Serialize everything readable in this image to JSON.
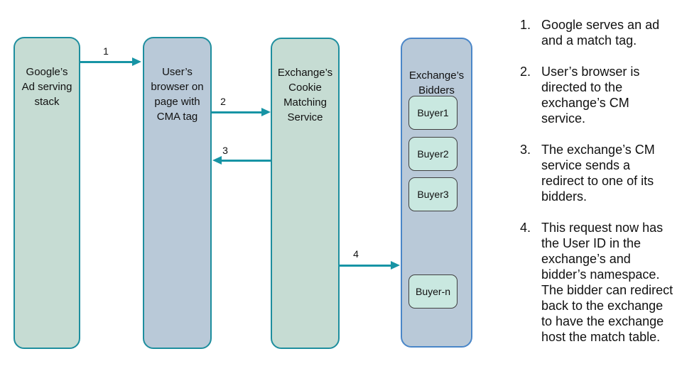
{
  "colors": {
    "sage_fill": "#c6dcd3",
    "bluegray_fill": "#b9c9d8",
    "teal_border": "#1e8e9e",
    "blue_border": "#4a86c8",
    "buyer_fill": "#c9e8e0",
    "buyer_border": "#404040",
    "arrow": "#1794a5",
    "text": "#111111",
    "background": "#ffffff"
  },
  "diagram": {
    "nodes": {
      "google": {
        "label": "Google’s\nAd serving\nstack"
      },
      "browser": {
        "label": "User’s\nbrowser on\npage with\nCMA tag"
      },
      "cm_service": {
        "label": "Exchange’s\nCookie\nMatching\nService"
      },
      "bidders": {
        "title": "Exchange’s\nBidders",
        "buyers": [
          {
            "label": "Buyer1"
          },
          {
            "label": "Buyer2"
          },
          {
            "label": "Buyer3"
          },
          {
            "label": "Buyer-n"
          }
        ]
      }
    },
    "arrows": [
      {
        "label": "1"
      },
      {
        "label": "2"
      },
      {
        "label": "3"
      },
      {
        "label": "4"
      }
    ]
  },
  "steps": {
    "items": [
      {
        "num": "1.",
        "text": "Google serves an ad and a match tag."
      },
      {
        "num": "2.",
        "text": "User’s browser is directed to the exchange’s CM service."
      },
      {
        "num": "3.",
        "text": "The exchange’s CM service sends a redirect to one of its bidders."
      },
      {
        "num": "4.",
        "text": "This request now has the User ID in the exchange’s and bidder’s namespace. The bidder can redirect back to the exchange to have the exchange host the match table."
      }
    ]
  }
}
